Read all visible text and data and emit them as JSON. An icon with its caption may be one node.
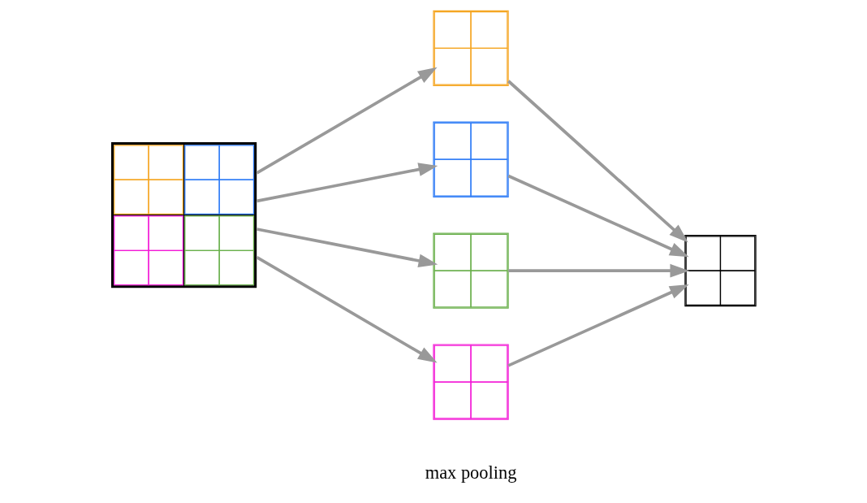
{
  "diagram": {
    "nodes": [
      {
        "text": [],
        "shape": "grid"
      },
      {
        "text": [],
        "shape": "grid"
      },
      {
        "text": [],
        "shape": "grid"
      },
      {
        "text": [],
        "shape": "grid"
      },
      {
        "text": [],
        "shape": "grid"
      },
      {
        "text": [],
        "shape": "grid"
      }
    ],
    "edges": [
      {
        "from": 0,
        "to": 1,
        "arrow": "to"
      },
      {
        "from": 0,
        "to": 2,
        "arrow": "to"
      },
      {
        "from": 0,
        "to": 3,
        "arrow": "to"
      },
      {
        "from": 0,
        "to": 4,
        "arrow": "to"
      },
      {
        "from": 1,
        "to": 5,
        "arrow": "to"
      },
      {
        "from": 2,
        "to": 5,
        "arrow": "to"
      },
      {
        "from": 3,
        "to": 5,
        "arrow": "to"
      },
      {
        "from": 4,
        "to": 5,
        "arrow": "to"
      }
    ],
    "labels": [
      "max pooling"
    ]
  }
}
